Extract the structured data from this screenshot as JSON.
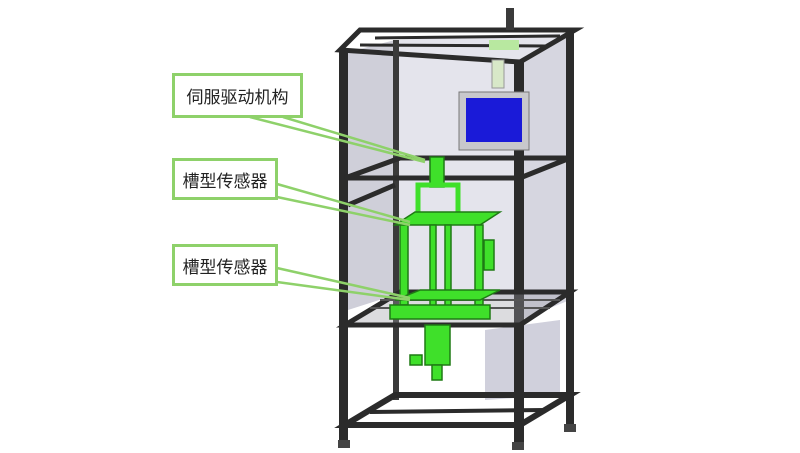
{
  "callouts": [
    {
      "label": "伺服驱动机构"
    },
    {
      "label": "槽型传感器"
    },
    {
      "label": "槽型传感器"
    }
  ],
  "colors": {
    "frame": "#2b2b2b",
    "panel": "#d9d9e3",
    "mechanism": "#3fe02a",
    "screen": "#1a1ad8",
    "callout_border": "#8ed16a"
  }
}
